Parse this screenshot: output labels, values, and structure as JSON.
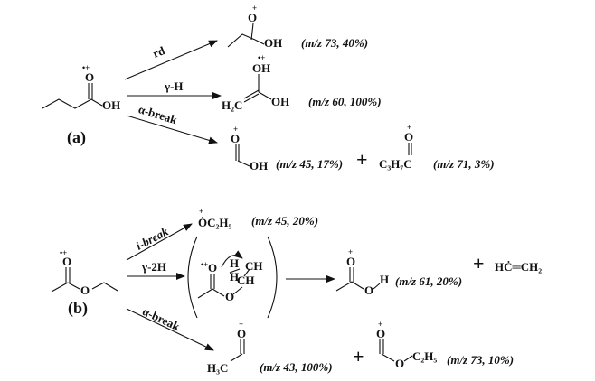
{
  "panel_a": {
    "label": "(a)",
    "reactant_charge": "•+",
    "reactant_O": "O",
    "reactant_OH": "OH",
    "arrows": {
      "rd": "rd",
      "gamma": "γ-H",
      "alpha": "α-break"
    },
    "p1_O": "O",
    "p1_charge": "+",
    "p1_OH": "OH",
    "p1_info": "(m/z 73, 40%)",
    "p2_OH": "OH",
    "p2_charge": "•+",
    "p2_H2C": "H₂C",
    "p2_OH2": "OH",
    "p2_info": "(m/z  60, 100%)",
    "p3_O": "O",
    "p3_charge": "+",
    "p3_OH": "OH",
    "p3_info": "(m/z 45, 17%)",
    "plus": "+",
    "p4_O": "O",
    "p4_charge": "+",
    "p4_formula": "C₃H₇C",
    "p4_info": "(m/z 71, 3%)"
  },
  "panel_b": {
    "label": "(b)",
    "reactant_charge": "•+",
    "reactant_O": "O",
    "reactant_O2": "O",
    "arrows": {
      "i": "i-break",
      "gamma": "γ-2H",
      "alpha": "α-break"
    },
    "p1_formula": "ȮC₂H₅",
    "p1_charge": "+",
    "p1_info": "(m/z 45, 20%)",
    "int_charge": "•+",
    "int_O": "O",
    "int_H": "H",
    "int_CH": "CH",
    "int_H2": "H",
    "int_CH2": "CH",
    "int_O2": "O",
    "p2_O": "O",
    "p2_charge": "+",
    "p2_H": "H",
    "p2_O2": "O",
    "p2_info": "(m/z 61, 20%)",
    "plus1": "+",
    "p3_formula": "HĊ═CH₂",
    "p4_O": "O",
    "p4_charge": "+",
    "p4_H3C": "H₃C",
    "p4_info": "(m/z 43, 100%)",
    "plus2": "+",
    "p5_O": "O",
    "p5_charge": "+",
    "p5_O2": "O",
    "p5_C2H5": "C₂H₅",
    "p5_info": "(m/z 73, 10%)"
  }
}
